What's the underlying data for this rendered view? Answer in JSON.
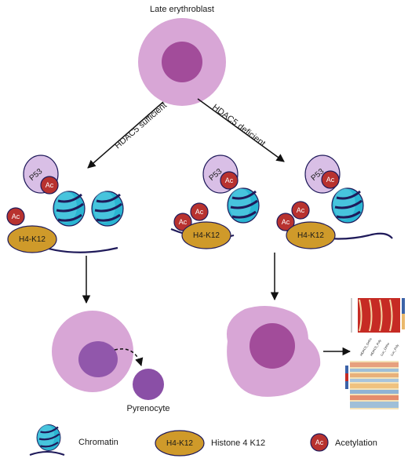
{
  "top_label": "Late erythroblast",
  "branch_left": "HDAC5 sufficient",
  "branch_right": "HDAC5 deficient",
  "p53_label": "P53",
  "ac_label": "Ac",
  "histone_label": "H4-K12",
  "pyrenocyte_label": "Pyrenocyte",
  "heatmap": {
    "columns": [
      "HDAC5_Ortho",
      "HDAC5_Poly",
      "Luc_Ortho",
      "Luc_Poly"
    ]
  },
  "legend": {
    "chromatin": "Chromatin",
    "histone_badge": "H4-K12",
    "histone": "Histone 4 K12",
    "ac_badge": "Ac",
    "acetylation": "Acetylation"
  },
  "colors": {
    "cell": "#d8a6d6",
    "nucleus": "#a24c9a",
    "p53": "#d9bfe6",
    "ac": "#b8322f",
    "histone": "#cf9a2a",
    "nucleosome": "#2ab5d2",
    "dna": "#1f1a5a",
    "pyrenocyte": "#8a4fa6"
  }
}
